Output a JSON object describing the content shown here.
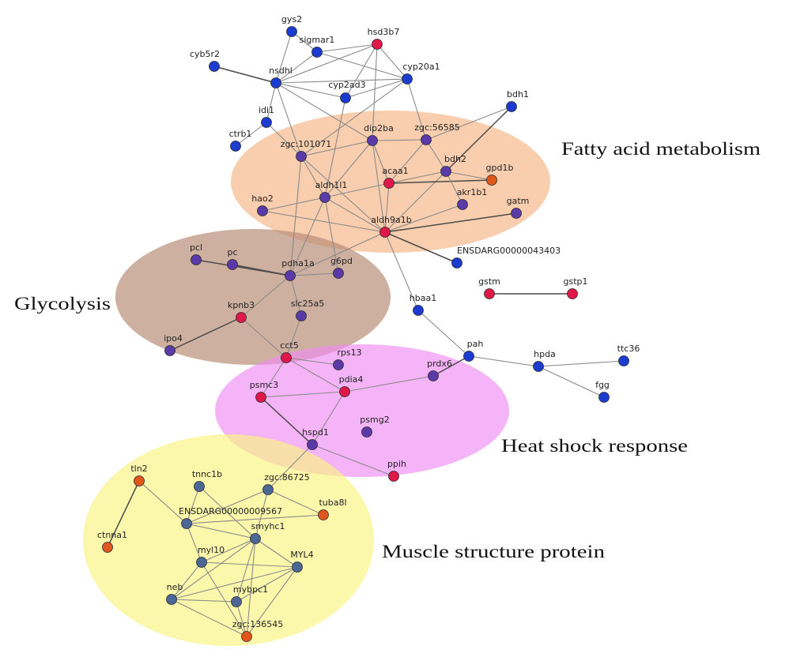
{
  "clusters": [
    {
      "id": "fatty",
      "label": "Fatty acid metabolism",
      "color": "#f6b98c"
    },
    {
      "id": "glyco",
      "label": "Glycolysis",
      "color": "#b98e78"
    },
    {
      "id": "heat",
      "label": "Heat shock response",
      "color": "#f08cf2"
    },
    {
      "id": "muscle",
      "label": "Muscle structure protein",
      "color": "#f9f47e"
    }
  ],
  "node_colors": {
    "red": "#e0184a",
    "blue": "#1c3ccf",
    "purple": "#5a3aa6",
    "orange": "#e2561e",
    "slate": "#4a6796"
  },
  "nodes": [
    {
      "id": "gys2",
      "label": "gys2",
      "color": "blue"
    },
    {
      "id": "sigmar1",
      "label": "sigmar1",
      "color": "blue"
    },
    {
      "id": "hsd3b7",
      "label": "hsd3b7",
      "color": "red"
    },
    {
      "id": "cyb5r2",
      "label": "cyb5r2",
      "color": "blue"
    },
    {
      "id": "nsdhl",
      "label": "nsdhl",
      "color": "blue"
    },
    {
      "id": "cyp20a1",
      "label": "cyp20a1",
      "color": "blue"
    },
    {
      "id": "cyp2ad3",
      "label": "cyp2ad3",
      "color": "blue"
    },
    {
      "id": "idi1",
      "label": "idi1",
      "color": "blue"
    },
    {
      "id": "bdh1",
      "label": "bdh1",
      "color": "blue"
    },
    {
      "id": "ctrb1",
      "label": "ctrb1",
      "color": "blue"
    },
    {
      "id": "zgc101071",
      "label": "zgc:101071",
      "color": "purple"
    },
    {
      "id": "dip2ba",
      "label": "dip2ba",
      "color": "purple"
    },
    {
      "id": "zgc56585",
      "label": "zgc:56585",
      "color": "purple"
    },
    {
      "id": "bdh2",
      "label": "bdh2",
      "color": "purple"
    },
    {
      "id": "gpd1b",
      "label": "gpd1b",
      "color": "orange"
    },
    {
      "id": "acaa1",
      "label": "acaa1",
      "color": "red"
    },
    {
      "id": "aldh1l1",
      "label": "aldh1l1",
      "color": "purple"
    },
    {
      "id": "hao2",
      "label": "hao2",
      "color": "purple"
    },
    {
      "id": "akr1b1",
      "label": "akr1b1",
      "color": "purple"
    },
    {
      "id": "gatm",
      "label": "gatm",
      "color": "purple"
    },
    {
      "id": "aldh9a1b",
      "label": "aldh9a1b",
      "color": "red"
    },
    {
      "id": "ensdarg43403",
      "label": "ENSDARG00000043403",
      "color": "blue"
    },
    {
      "id": "pcl",
      "label": "pcl",
      "color": "purple"
    },
    {
      "id": "pc",
      "label": "pc",
      "color": "purple"
    },
    {
      "id": "pdha1a",
      "label": "pdha1a",
      "color": "purple"
    },
    {
      "id": "g6pd",
      "label": "g6pd",
      "color": "purple"
    },
    {
      "id": "gstm",
      "label": "gstm",
      "color": "red"
    },
    {
      "id": "gstp1",
      "label": "gstp1",
      "color": "red"
    },
    {
      "id": "kpnb3",
      "label": "kpnb3",
      "color": "red"
    },
    {
      "id": "slc25a5",
      "label": "slc25a5",
      "color": "purple"
    },
    {
      "id": "hbaa1",
      "label": "hbaa1",
      "color": "blue"
    },
    {
      "id": "ipo4",
      "label": "ipo4",
      "color": "purple"
    },
    {
      "id": "cct5",
      "label": "cct5",
      "color": "red"
    },
    {
      "id": "rps13",
      "label": "rps13",
      "color": "purple"
    },
    {
      "id": "pah",
      "label": "pah",
      "color": "blue"
    },
    {
      "id": "hpda",
      "label": "hpda",
      "color": "blue"
    },
    {
      "id": "ttc36",
      "label": "ttc36",
      "color": "blue"
    },
    {
      "id": "fgg",
      "label": "fgg",
      "color": "blue"
    },
    {
      "id": "psmc3",
      "label": "psmc3",
      "color": "red"
    },
    {
      "id": "pdia4",
      "label": "pdia4",
      "color": "red"
    },
    {
      "id": "prdx6",
      "label": "prdx6",
      "color": "purple"
    },
    {
      "id": "psmg2",
      "label": "psmg2",
      "color": "purple"
    },
    {
      "id": "hspd1",
      "label": "hspd1",
      "color": "purple"
    },
    {
      "id": "ppih",
      "label": "ppih",
      "color": "red"
    },
    {
      "id": "tln2",
      "label": "tln2",
      "color": "orange"
    },
    {
      "id": "tnnc1b",
      "label": "tnnc1b",
      "color": "slate"
    },
    {
      "id": "zgc86725",
      "label": "zgc:86725",
      "color": "slate"
    },
    {
      "id": "ensdarg9567",
      "label": "ENSDARG00000009567",
      "color": "slate"
    },
    {
      "id": "tuba8l",
      "label": "tuba8l",
      "color": "orange"
    },
    {
      "id": "smyhc1",
      "label": "smyhc1",
      "color": "slate"
    },
    {
      "id": "ctnna1",
      "label": "ctnna1",
      "color": "orange"
    },
    {
      "id": "myl10",
      "label": "myl10",
      "color": "slate"
    },
    {
      "id": "MYL4",
      "label": "MYL4",
      "color": "slate"
    },
    {
      "id": "neb",
      "label": "neb",
      "color": "slate"
    },
    {
      "id": "mybpc1",
      "label": "mybpc1",
      "color": "slate"
    },
    {
      "id": "zgc136545",
      "label": "zgc:136545",
      "color": "orange"
    }
  ],
  "edges": [
    [
      "gys2",
      "nsdhl"
    ],
    [
      "gys2",
      "sigmar1"
    ],
    [
      "sigmar1",
      "hsd3b7"
    ],
    [
      "sigmar1",
      "nsdhl"
    ],
    [
      "sigmar1",
      "cyp20a1"
    ],
    [
      "hsd3b7",
      "nsdhl"
    ],
    [
      "hsd3b7",
      "cyp20a1"
    ],
    [
      "hsd3b7",
      "cyp2ad3"
    ],
    [
      "hsd3b7",
      "dip2ba"
    ],
    [
      "cyb5r2",
      "nsdhl"
    ],
    [
      "nsdhl",
      "cyp20a1"
    ],
    [
      "nsdhl",
      "cyp2ad3"
    ],
    [
      "nsdhl",
      "idi1"
    ],
    [
      "nsdhl",
      "dip2ba"
    ],
    [
      "nsdhl",
      "zgc101071"
    ],
    [
      "cyp20a1",
      "cyp2ad3"
    ],
    [
      "cyp20a1",
      "zgc56585"
    ],
    [
      "cyp20a1",
      "zgc101071"
    ],
    [
      "cyp2ad3",
      "aldh1l1"
    ],
    [
      "idi1",
      "ctrb1"
    ],
    [
      "idi1",
      "zgc101071"
    ],
    [
      "bdh1",
      "zgc56585"
    ],
    [
      "bdh1",
      "bdh2"
    ],
    [
      "zgc101071",
      "dip2ba"
    ],
    [
      "zgc101071",
      "aldh1l1"
    ],
    [
      "zgc101071",
      "aldh9a1b"
    ],
    [
      "zgc101071",
      "pdha1a"
    ],
    [
      "dip2ba",
      "aldh1l1"
    ],
    [
      "dip2ba",
      "zgc56585"
    ],
    [
      "dip2ba",
      "acaa1"
    ],
    [
      "dip2ba",
      "aldh9a1b"
    ],
    [
      "zgc56585",
      "acaa1"
    ],
    [
      "zgc56585",
      "bdh2"
    ],
    [
      "bdh2",
      "acaa1"
    ],
    [
      "bdh2",
      "aldh9a1b"
    ],
    [
      "bdh2",
      "gpd1b"
    ],
    [
      "acaa1",
      "aldh1l1"
    ],
    [
      "acaa1",
      "aldh9a1b"
    ],
    [
      "acaa1",
      "gpd1b"
    ],
    [
      "aldh1l1",
      "hao2"
    ],
    [
      "aldh1l1",
      "aldh9a1b"
    ],
    [
      "aldh1l1",
      "pdha1a"
    ],
    [
      "aldh1l1",
      "g6pd"
    ],
    [
      "aldh9a1b",
      "hao2"
    ],
    [
      "aldh9a1b",
      "akr1b1"
    ],
    [
      "aldh9a1b",
      "gatm"
    ],
    [
      "aldh9a1b",
      "ensdarg43403"
    ],
    [
      "aldh9a1b",
      "pdha1a"
    ],
    [
      "aldh9a1b",
      "hbaa1"
    ],
    [
      "akr1b1",
      "bdh2"
    ],
    [
      "pcl",
      "pdha1a"
    ],
    [
      "pc",
      "pdha1a"
    ],
    [
      "pdha1a",
      "g6pd"
    ],
    [
      "pdha1a",
      "kpnb3"
    ],
    [
      "pdha1a",
      "slc25a5"
    ],
    [
      "kpnb3",
      "ipo4"
    ],
    [
      "kpnb3",
      "cct5"
    ],
    [
      "slc25a5",
      "cct5"
    ],
    [
      "gstm",
      "gstp1"
    ],
    [
      "hbaa1",
      "pah"
    ],
    [
      "cct5",
      "rps13"
    ],
    [
      "cct5",
      "psmc3"
    ],
    [
      "cct5",
      "pdia4"
    ],
    [
      "pah",
      "hpda"
    ],
    [
      "pah",
      "prdx6"
    ],
    [
      "hpda",
      "ttc36"
    ],
    [
      "hpda",
      "fgg"
    ],
    [
      "prdx6",
      "pdia4"
    ],
    [
      "psmc3",
      "hspd1"
    ],
    [
      "psmc3",
      "pdia4"
    ],
    [
      "pdia4",
      "hspd1"
    ],
    [
      "hspd1",
      "ppih"
    ],
    [
      "hspd1",
      "zgc86725"
    ],
    [
      "tln2",
      "ctnna1"
    ],
    [
      "tln2",
      "ensdarg9567"
    ],
    [
      "tnnc1b",
      "ensdarg9567"
    ],
    [
      "tnnc1b",
      "smyhc1"
    ],
    [
      "zgc86725",
      "ensdarg9567"
    ],
    [
      "zgc86725",
      "smyhc1"
    ],
    [
      "zgc86725",
      "tuba8l"
    ],
    [
      "ensdarg9567",
      "smyhc1"
    ],
    [
      "ensdarg9567",
      "myl10"
    ],
    [
      "ensdarg9567",
      "tuba8l"
    ],
    [
      "smyhc1",
      "myl10"
    ],
    [
      "smyhc1",
      "MYL4"
    ],
    [
      "smyhc1",
      "neb"
    ],
    [
      "smyhc1",
      "mybpc1"
    ],
    [
      "smyhc1",
      "zgc136545"
    ],
    [
      "myl10",
      "MYL4"
    ],
    [
      "myl10",
      "neb"
    ],
    [
      "myl10",
      "zgc136545"
    ],
    [
      "MYL4",
      "neb"
    ],
    [
      "MYL4",
      "mybpc1"
    ],
    [
      "MYL4",
      "zgc136545"
    ],
    [
      "neb",
      "mybpc1"
    ],
    [
      "neb",
      "zgc136545"
    ],
    [
      "mybpc1",
      "zgc136545"
    ]
  ]
}
